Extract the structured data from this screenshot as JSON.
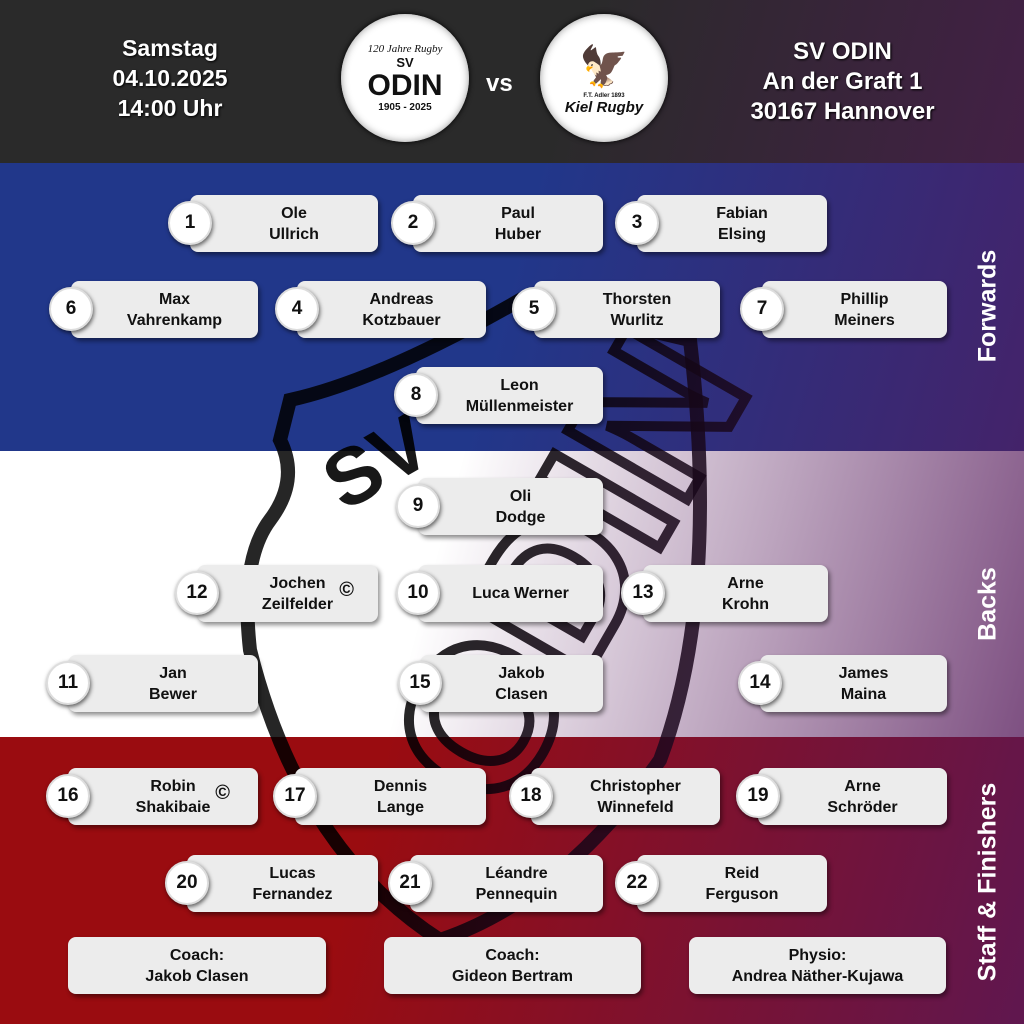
{
  "match": {
    "day": "Samstag",
    "date": "04.10.2025",
    "time": "14:00 Uhr",
    "vs": "vs",
    "venue_name": "SV ODIN",
    "venue_street": "An der Graft 1",
    "venue_city": "30167 Hannover"
  },
  "home_logo": {
    "top": "120 Jahre Rugby",
    "sv": "SV",
    "name": "ODIN",
    "years": "1905 - 2025"
  },
  "away_logo": {
    "small": "F.T. Adler 1893",
    "name": "Kiel Rugby"
  },
  "captain_symbol": "©",
  "sections": {
    "forwards": "Forwards",
    "backs": "Backs",
    "staff": "Staff & Finishers"
  },
  "players": [
    {
      "n": "1",
      "first": "Ole",
      "last": "Ullrich"
    },
    {
      "n": "2",
      "first": "Paul",
      "last": "Huber"
    },
    {
      "n": "3",
      "first": "Fabian",
      "last": "Elsing"
    },
    {
      "n": "6",
      "first": "Max",
      "last": "Vahrenkamp"
    },
    {
      "n": "4",
      "first": "Andreas",
      "last": "Kotzbauer"
    },
    {
      "n": "5",
      "first": "Thorsten",
      "last": "Wurlitz"
    },
    {
      "n": "7",
      "first": "Phillip",
      "last": "Meiners"
    },
    {
      "n": "8",
      "first": "Leon",
      "last": "Müllenmeister"
    },
    {
      "n": "9",
      "first": "Oli",
      "last": "Dodge"
    },
    {
      "n": "12",
      "first": "Jochen",
      "last": "Zeilfelder",
      "captain": true
    },
    {
      "n": "10",
      "first": "Luca Werner",
      "last": ""
    },
    {
      "n": "13",
      "first": "Arne",
      "last": "Krohn"
    },
    {
      "n": "11",
      "first": "Jan",
      "last": "Bewer"
    },
    {
      "n": "15",
      "first": "Jakob",
      "last": "Clasen"
    },
    {
      "n": "14",
      "first": "James",
      "last": "Maina"
    },
    {
      "n": "16",
      "first": "Robin",
      "last": "Shakibaie",
      "captain": true
    },
    {
      "n": "17",
      "first": "Dennis",
      "last": "Lange"
    },
    {
      "n": "18",
      "first": "Christopher",
      "last": "Winnefeld"
    },
    {
      "n": "19",
      "first": "Arne",
      "last": "Schröder"
    },
    {
      "n": "20",
      "first": "Lucas",
      "last": "Fernandez"
    },
    {
      "n": "21",
      "first": "Léandre",
      "last": "Pennequin"
    },
    {
      "n": "22",
      "first": "Reid",
      "last": "Ferguson"
    }
  ],
  "staff": [
    {
      "role": "Coach:",
      "name": "Jakob Clasen"
    },
    {
      "role": "Coach:",
      "name": "Gideon Bertram"
    },
    {
      "role": "Physio:",
      "name": "Andrea Näther-Kujawa"
    }
  ]
}
